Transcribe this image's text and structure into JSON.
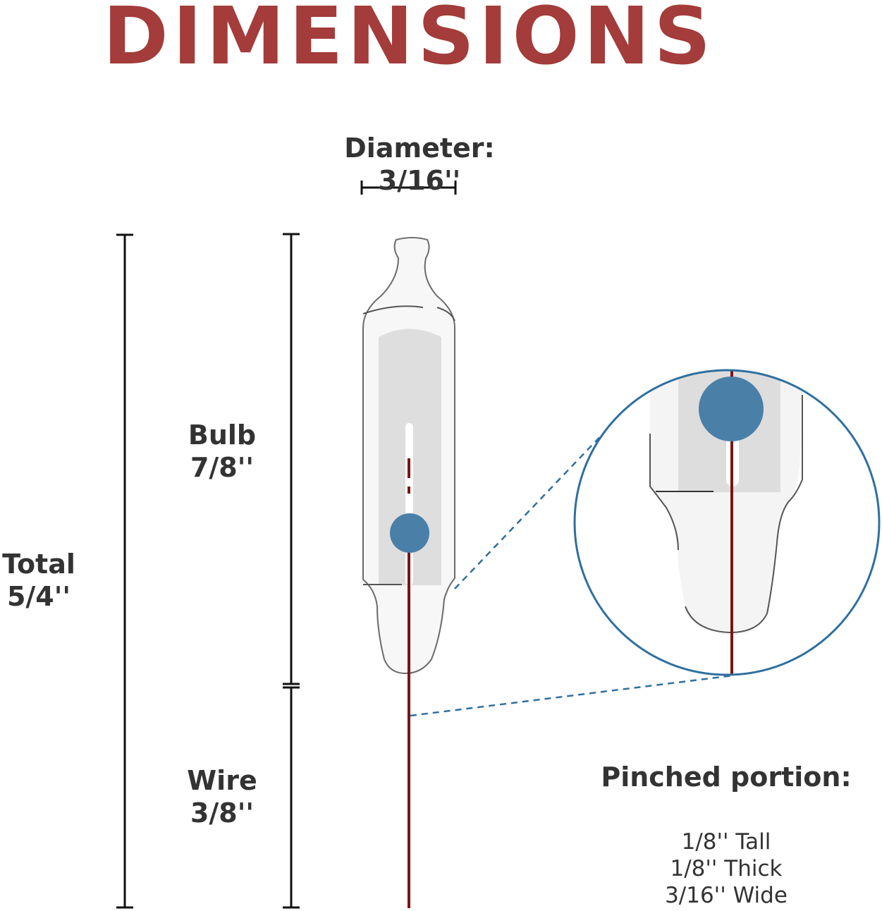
{
  "title": "DIMENSIONS",
  "diameter_label": "Diameter: 3/16''",
  "bulb": {
    "name": "Bulb",
    "size": "7/8''"
  },
  "wire": {
    "name": "Wire",
    "size": "3/8''"
  },
  "total": {
    "name": "Total",
    "size": "5/4''"
  },
  "pinched": {
    "heading": "Pinched portion:",
    "specs": [
      "1/8'' Tall",
      "1/8'' Thick",
      "3/16'' Wide"
    ]
  },
  "colors": {
    "title": "#a33c3a",
    "wire": "#7a1414",
    "dot": "#4a7fa8",
    "zoom_outline": "#2f6f9f",
    "text": "#333333"
  }
}
